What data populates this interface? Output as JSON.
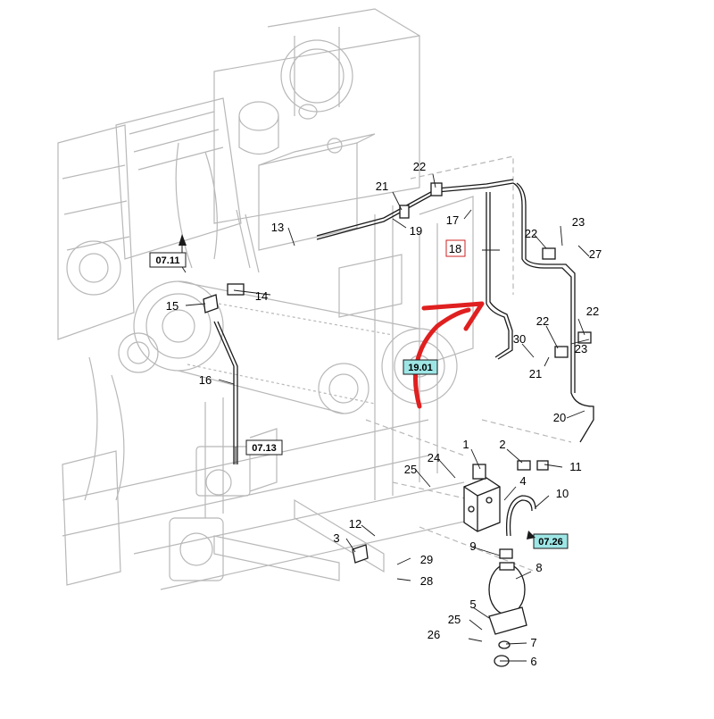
{
  "callouts": [
    {
      "id": "c1",
      "text": "1"
    },
    {
      "id": "c2",
      "text": "2"
    },
    {
      "id": "c3",
      "text": "3"
    },
    {
      "id": "c4",
      "text": "4"
    },
    {
      "id": "c5",
      "text": "5"
    },
    {
      "id": "c6",
      "text": "6"
    },
    {
      "id": "c7",
      "text": "7"
    },
    {
      "id": "c8",
      "text": "8"
    },
    {
      "id": "c9",
      "text": "9"
    },
    {
      "id": "c10",
      "text": "10"
    },
    {
      "id": "c11",
      "text": "11"
    },
    {
      "id": "c12",
      "text": "12"
    },
    {
      "id": "c13",
      "text": "13"
    },
    {
      "id": "c14",
      "text": "14"
    },
    {
      "id": "c15",
      "text": "15"
    },
    {
      "id": "c16",
      "text": "16"
    },
    {
      "id": "c17",
      "text": "17"
    },
    {
      "id": "c18",
      "text": "18"
    },
    {
      "id": "c19",
      "text": "19"
    },
    {
      "id": "c20",
      "text": "20"
    },
    {
      "id": "c21a",
      "text": "21"
    },
    {
      "id": "c21b",
      "text": "21"
    },
    {
      "id": "c22a",
      "text": "22"
    },
    {
      "id": "c22b",
      "text": "22"
    },
    {
      "id": "c22c",
      "text": "22"
    },
    {
      "id": "c22d",
      "text": "22"
    },
    {
      "id": "c23a",
      "text": "23"
    },
    {
      "id": "c23b",
      "text": "23"
    },
    {
      "id": "c24",
      "text": "24"
    },
    {
      "id": "c25a",
      "text": "25"
    },
    {
      "id": "c25b",
      "text": "25"
    },
    {
      "id": "c26",
      "text": "26"
    },
    {
      "id": "c27",
      "text": "27"
    },
    {
      "id": "c28",
      "text": "28"
    },
    {
      "id": "c29",
      "text": "29"
    },
    {
      "id": "c30",
      "text": "30"
    }
  ],
  "references": {
    "ref_0711": "07.11",
    "ref_0713": "07.13",
    "ref_0726": "07.26",
    "ref_1901": "19.01"
  },
  "colors": {
    "line": "#1a1a1a",
    "ghost": "#b8b8b8",
    "arrow": "#e02020",
    "highlight": "#9ee6e6",
    "box18": "#cc2020"
  }
}
